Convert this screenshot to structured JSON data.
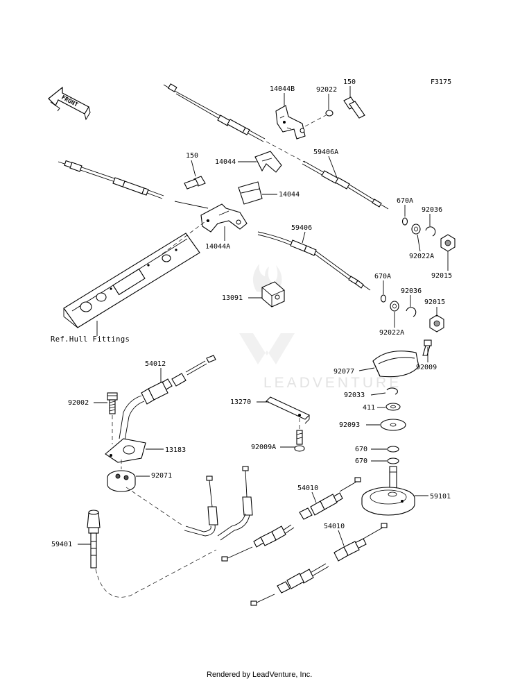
{
  "figure_id": "F3175",
  "footer": "Rendered by LeadVenture, Inc.",
  "watermark": "LEADVENTURE",
  "front_arrow": "FRONT",
  "ref_note": "Ref.Hull Fittings",
  "labels": {
    "p14044B": "14044B",
    "p92022": "92022",
    "p150_top": "150",
    "p150_mid": "150",
    "p14044_a": "14044",
    "p14044_b": "14044",
    "p59406A": "59406A",
    "p670A_a": "670A",
    "p92036_a": "92036",
    "p92022A_a": "92022A",
    "p92015_a": "92015",
    "p14044A": "14044A",
    "p59406": "59406",
    "p670A_b": "670A",
    "p92036_b": "92036",
    "p92015_b": "92015",
    "p92022A_b": "92022A",
    "p13091": "13091",
    "p92009_a": "92009",
    "p92077": "92077",
    "p92033": "92033",
    "p411": "411",
    "p92093": "92093",
    "p670_a": "670",
    "p670_b": "670",
    "p59101": "59101",
    "p54012": "54012",
    "p92002": "92002",
    "p13183": "13183",
    "p92071": "92071",
    "p13270": "13270",
    "p92009A": "92009A",
    "p54010_a": "54010",
    "p54010_b": "54010",
    "p59401": "59401"
  }
}
